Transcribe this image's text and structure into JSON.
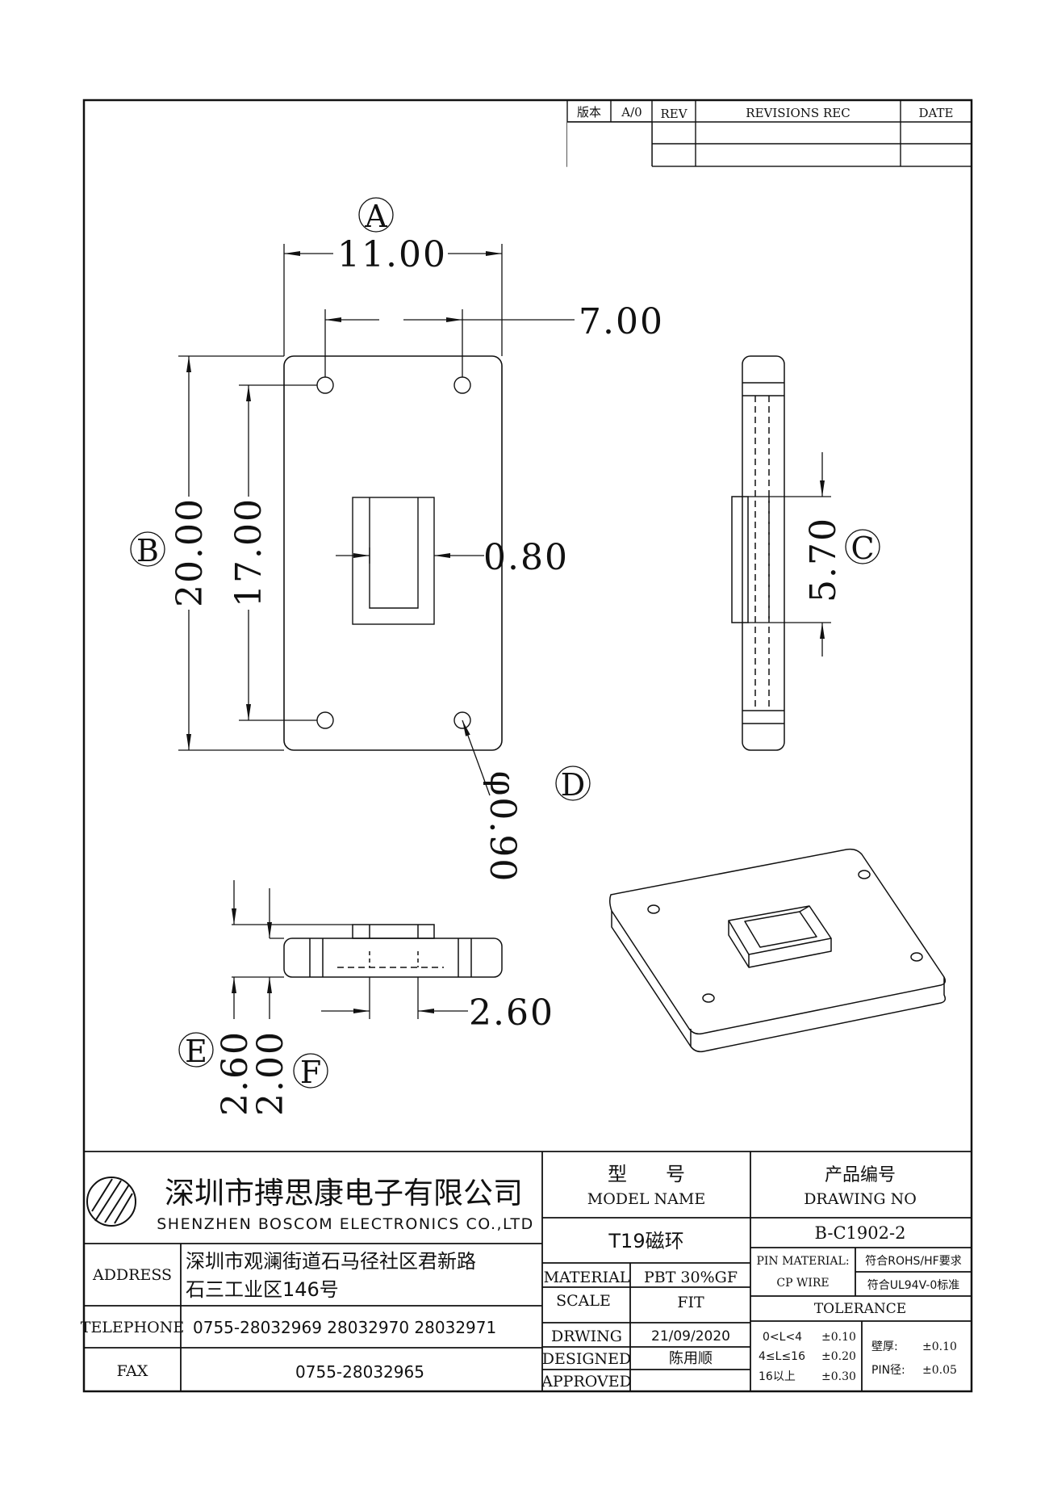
{
  "revision_block": {
    "version_label": "版本",
    "version_value": "A/0",
    "rev_label": "REV",
    "revisions_label": "REVISIONS REC",
    "date_label": "DATE"
  },
  "dimensions": {
    "A_label": "A",
    "width_overall": "11.00",
    "hole_spacing_x": "7.00",
    "B_label": "B",
    "height_overall": "20.00",
    "hole_spacing_y": "17.00",
    "slot_wall": "0.80",
    "C_label": "C",
    "side_height": "5.70",
    "D_label": "D",
    "hole_diameter": "φ0.90",
    "bottom_width": "2.60",
    "E_label": "E",
    "E_value": "2.60",
    "F_label": "F",
    "F_value": "2.00"
  },
  "title_block": {
    "company_cn": "深圳市搏思康电子有限公司",
    "company_en": "SHENZHEN BOSCOM ELECTRONICS CO.,LTD",
    "model_label_cn": "型　　号",
    "model_label_en": "MODEL NAME",
    "model_value": "T19磁环",
    "drawing_label_cn": "产品编号",
    "drawing_label_en": "DRAWING NO",
    "drawing_value": "B-C1902-2",
    "address_label": "ADDRESS",
    "address_line1": "深圳市观澜街道石马径社区君新路",
    "address_line2": "石三工业区146号",
    "telephone_label": "TELEPHONE",
    "telephone_value": "0755-28032969 28032970 28032971",
    "fax_label": "FAX",
    "fax_value": "0755-28032965",
    "material_label": "MATERIAL",
    "material_value": "PBT 30%GF",
    "scale_label": "SCALE",
    "scale_value": "FIT",
    "drawing_date_label": "DRWING",
    "drawing_date_value": "21/09/2020",
    "designed_label": "DESIGNED",
    "designed_value": "陈用顺",
    "approved_label": "APPROVED",
    "approved_value": "",
    "pin_material_label": "PIN MATERIAL:",
    "pin_material_value": "CP WIRE",
    "rohs_note": "符合ROHS/HF要求",
    "ul_note": "符合UL94V-0标准",
    "tolerance_label": "TOLERANCE",
    "tol_row1_range": "0<L<4",
    "tol_row1_value": "±0.10",
    "tol_row2_range": "4≤L≤16",
    "tol_row2_value": "±0.20",
    "tol_row3_range": "16以上",
    "tol_row3_value": "±0.30",
    "wall_label": "壁厚:",
    "wall_value": "±0.10",
    "pin_dia_label": "PIN径:",
    "pin_dia_value": "±0.05"
  }
}
